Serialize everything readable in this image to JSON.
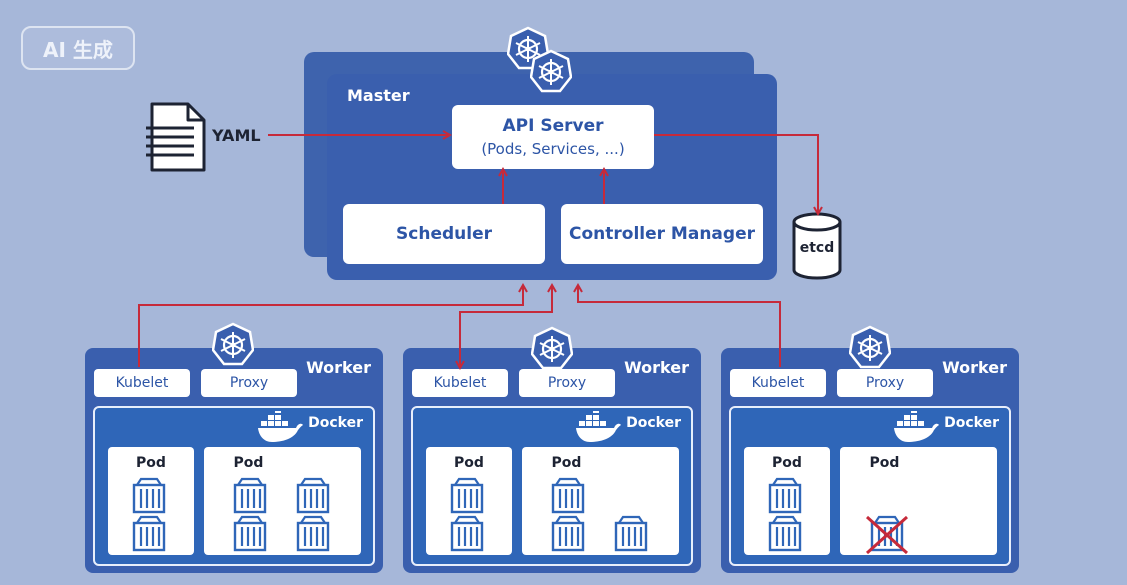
{
  "badge": "AI 生成",
  "master": {
    "label": "Master",
    "api_title": "API Server",
    "api_sub": "(Pods, Services, ...)",
    "scheduler": "Scheduler",
    "controller": "Controller Manager"
  },
  "yaml": {
    "label": "YAML"
  },
  "etcd": {
    "label": "etcd"
  },
  "colors": {
    "background": "#a6b7d9",
    "panel": "#3a5fae",
    "docker": "#2f66b8",
    "arrow": "#c62a3a",
    "text_blue": "#2d55a6"
  },
  "workers": [
    {
      "title": "Worker",
      "kubelet": "Kubelet",
      "proxy": "Proxy",
      "docker": "Docker",
      "pods": [
        {
          "label": "Pod"
        },
        {
          "label": "Pod"
        }
      ]
    },
    {
      "title": "Worker",
      "kubelet": "Kubelet",
      "proxy": "Proxy",
      "docker": "Docker",
      "pods": [
        {
          "label": "Pod"
        },
        {
          "label": "Pod"
        }
      ]
    },
    {
      "title": "Worker",
      "kubelet": "Kubelet",
      "proxy": "Proxy",
      "docker": "Docker",
      "pods": [
        {
          "label": "Pod"
        },
        {
          "label": "Pod"
        }
      ]
    }
  ],
  "icons": [
    "kubernetes-icon",
    "document-icon",
    "database-icon",
    "docker-whale-icon",
    "container-icon"
  ]
}
